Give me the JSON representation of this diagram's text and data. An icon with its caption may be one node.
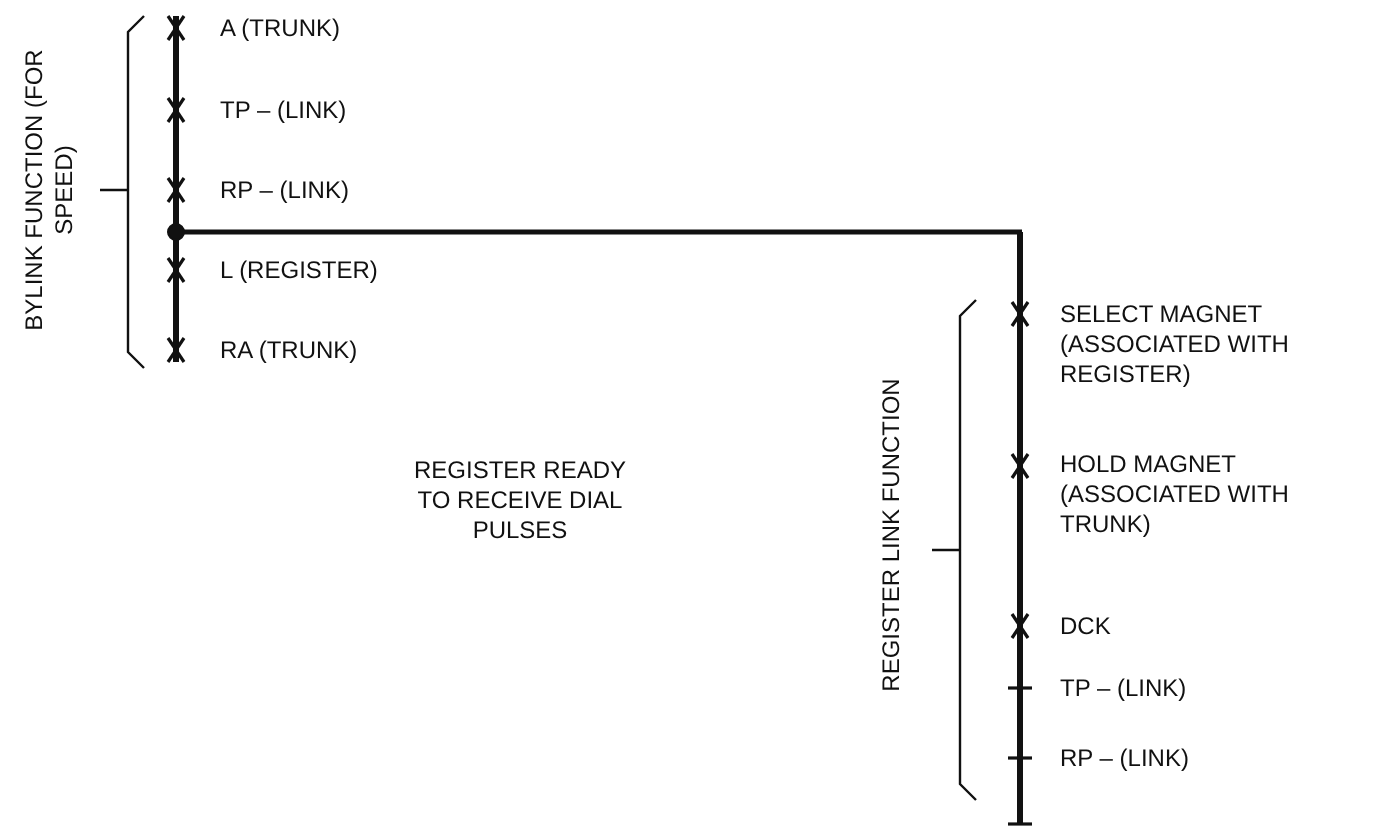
{
  "diagram": {
    "labels": [
      "BYLINK FUNCTION (FOR SPEED)",
      "A (TRUNK)",
      "TP – (LINK)",
      "RP – (LINK)",
      "L (REGISTER)",
      "RA (TRUNK)",
      "SELECT MAGNET (ASSOCIATED WITH REGISTER)",
      "REGISTER READY TO RECEIVE DIAL PULSES",
      "HOLD MAGNET (ASSOCIATED WITH TRUNK)",
      "REGISTER LINK FUNCTION",
      "DCK",
      "TP – (LINK)",
      "RP – (LINK)"
    ]
  }
}
